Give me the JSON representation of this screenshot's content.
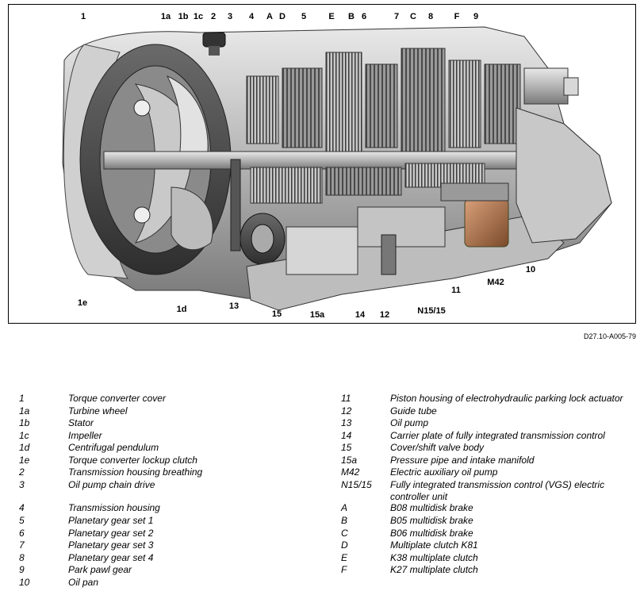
{
  "figure": {
    "callouts": [
      {
        "id": "1",
        "label": "1"
      },
      {
        "id": "1a",
        "label": "1a"
      },
      {
        "id": "1b",
        "label": "1b"
      },
      {
        "id": "1c",
        "label": "1c"
      },
      {
        "id": "2",
        "label": "2"
      },
      {
        "id": "3",
        "label": "3"
      },
      {
        "id": "4",
        "label": "4"
      },
      {
        "id": "A",
        "label": "A"
      },
      {
        "id": "D",
        "label": "D"
      },
      {
        "id": "5",
        "label": "5"
      },
      {
        "id": "E",
        "label": "E"
      },
      {
        "id": "B",
        "label": "B"
      },
      {
        "id": "6",
        "label": "6"
      },
      {
        "id": "7",
        "label": "7"
      },
      {
        "id": "C",
        "label": "C"
      },
      {
        "id": "8",
        "label": "8"
      },
      {
        "id": "F",
        "label": "F"
      },
      {
        "id": "9",
        "label": "9"
      },
      {
        "id": "1e",
        "label": "1e"
      },
      {
        "id": "1d",
        "label": "1d"
      },
      {
        "id": "13",
        "label": "13"
      },
      {
        "id": "15",
        "label": "15"
      },
      {
        "id": "15a",
        "label": "15a"
      },
      {
        "id": "14",
        "label": "14"
      },
      {
        "id": "12",
        "label": "12"
      },
      {
        "id": "N15/15",
        "label": "N15/15"
      },
      {
        "id": "11",
        "label": "11"
      },
      {
        "id": "M42",
        "label": "M42"
      },
      {
        "id": "10",
        "label": "10"
      }
    ],
    "image_id": "D27.10-A005-79"
  },
  "legend": {
    "left": [
      {
        "key": "1",
        "desc": "Torque converter cover"
      },
      {
        "key": "1a",
        "desc": "Turbine wheel"
      },
      {
        "key": "1b",
        "desc": "Stator"
      },
      {
        "key": "1c",
        "desc": "Impeller"
      },
      {
        "key": "1d",
        "desc": "Centrifugal pendulum"
      },
      {
        "key": "1e",
        "desc": "Torque converter lockup clutch"
      },
      {
        "key": "2",
        "desc": "Transmission housing breathing"
      },
      {
        "key": "3",
        "desc": "Oil pump chain drive"
      },
      {
        "key": "4",
        "desc": "Transmission housing"
      },
      {
        "key": "5",
        "desc": "Planetary gear set 1"
      },
      {
        "key": "6",
        "desc": "Planetary gear set 2"
      },
      {
        "key": "7",
        "desc": "Planetary gear set 3"
      },
      {
        "key": "8",
        "desc": "Planetary gear set 4"
      },
      {
        "key": "9",
        "desc": "Park pawl gear"
      },
      {
        "key": "10",
        "desc": "Oil pan"
      }
    ],
    "right": [
      {
        "key": "11",
        "desc": "Piston housing of electrohydraulic parking lock actuator"
      },
      {
        "key": "12",
        "desc": "Guide tube"
      },
      {
        "key": "13",
        "desc": "Oil pump"
      },
      {
        "key": "14",
        "desc": "Carrier plate of fully integrated transmission control"
      },
      {
        "key": "15",
        "desc": "Cover/shift valve body"
      },
      {
        "key": "15a",
        "desc": "Pressure pipe and intake manifold"
      },
      {
        "key": "M42",
        "desc": "Electric auxiliary oil pump"
      },
      {
        "key": "N15/15",
        "desc": "Fully integrated transmission control (VGS) electric controller unit"
      },
      {
        "key": "A",
        "desc": "B08 multidisk brake"
      },
      {
        "key": "B",
        "desc": "B05 multidisk brake"
      },
      {
        "key": "C",
        "desc": "B06 multidisk brake"
      },
      {
        "key": "D",
        "desc": "Multiplate clutch K81"
      },
      {
        "key": "E",
        "desc": "K38 multiplate clutch"
      },
      {
        "key": "F",
        "desc": "K27 multiplate clutch"
      }
    ]
  }
}
